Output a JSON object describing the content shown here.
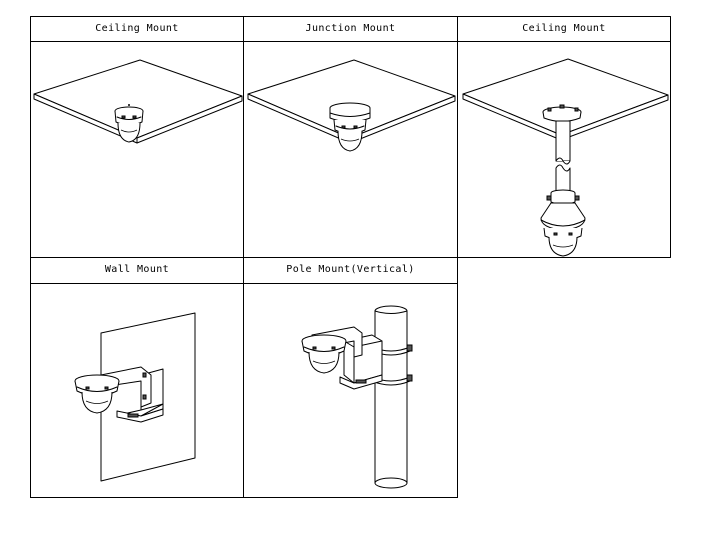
{
  "mount_options": [
    {
      "label": "Ceiling Mount"
    },
    {
      "label": "Junction Mount"
    },
    {
      "label": "Ceiling Mount"
    },
    {
      "label": "Wall Mount"
    },
    {
      "label": "Pole Mount(Vertical)"
    }
  ]
}
